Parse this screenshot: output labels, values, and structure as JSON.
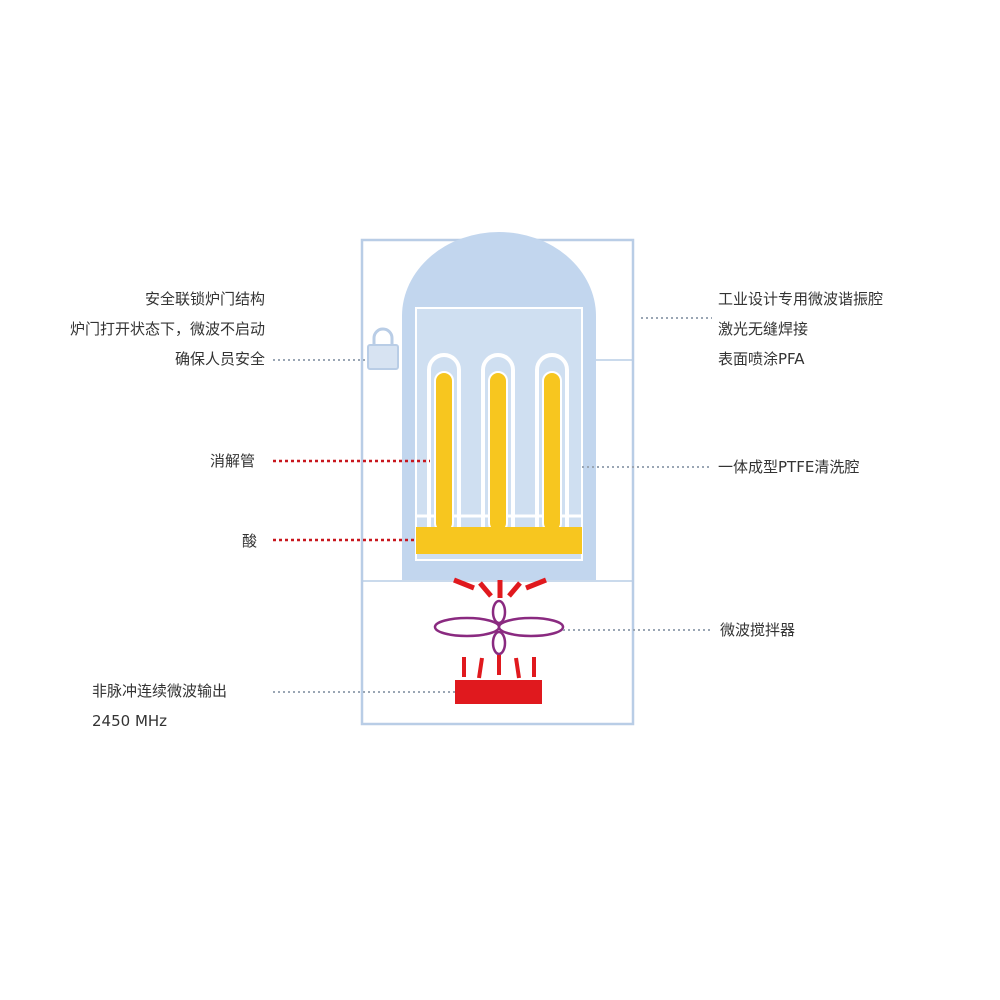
{
  "labels": {
    "interlock": {
      "lines": [
        "安全联锁炉门结构",
        "炉门打开状态下，微波不启动",
        "确保人员安全"
      ]
    },
    "digestion_tube": {
      "text": "消解管"
    },
    "acid": {
      "text": "酸"
    },
    "microwave_output": {
      "lines": [
        "非脉冲连续微波输出",
        "2450 MHz"
      ]
    },
    "cavity": {
      "lines": [
        "工业设计专用微波谐振腔",
        "激光无缝焊接",
        "表面喷涂PFA"
      ]
    },
    "cleaning_chamber": {
      "text": "一体成型PTFE清洗腔"
    },
    "stirrer": {
      "text": "微波搅拌器"
    }
  },
  "colors": {
    "frame": "#b9cde6",
    "chamber_fill": "#c2d6ee",
    "chamber_inner": "#cfdff1",
    "tube_fill": "#f7c61f",
    "tube_outline": "#ffffff",
    "acid_fill": "#f7c61f",
    "microwave_red": "#e0191e",
    "stirrer_purple": "#8a2a80",
    "lock_color": "#b9cde6",
    "leader_gray": "#9aa6b4",
    "leader_red": "#c8161d",
    "text": "#333333"
  },
  "icons": {
    "lock": "padlock-icon",
    "stirrer": "propeller-icon",
    "emitter": "magnetron-icon"
  }
}
